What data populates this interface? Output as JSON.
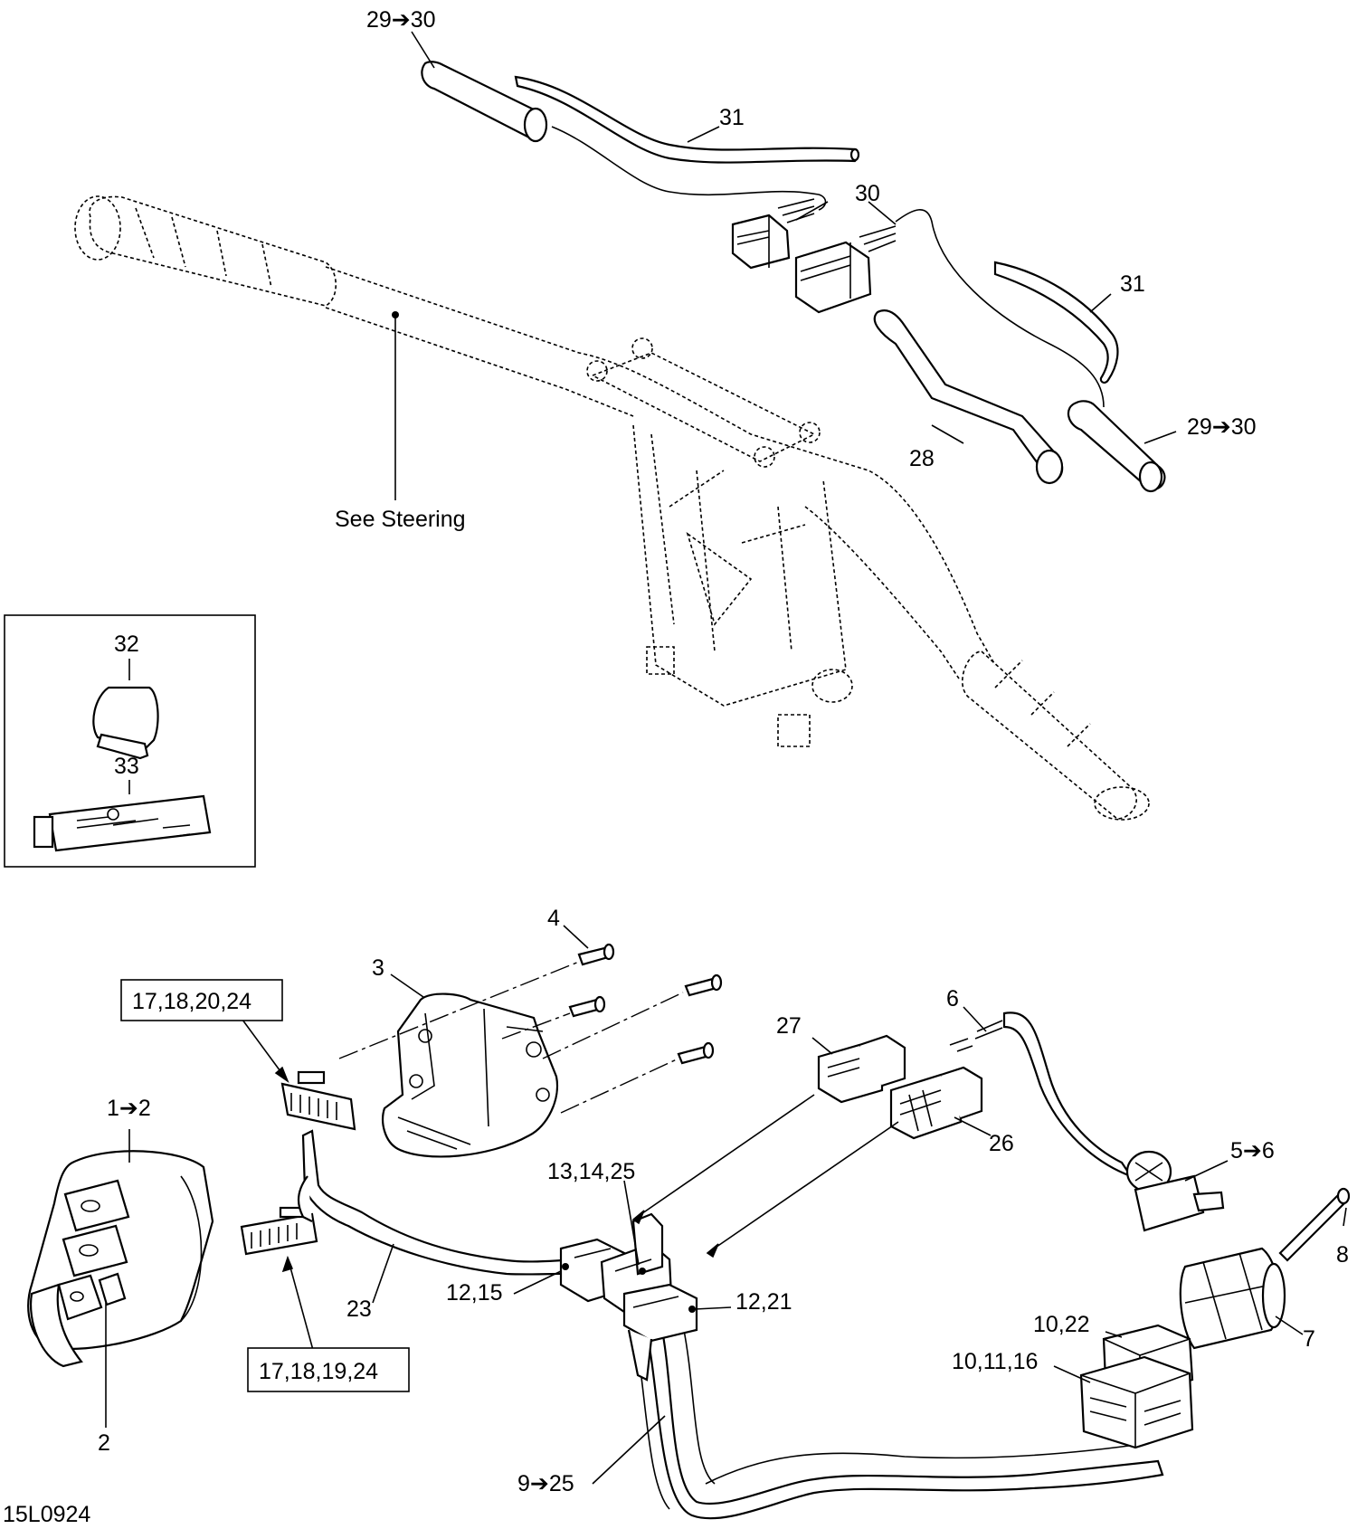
{
  "labels": {
    "l29_30_top": "29➔30",
    "l31_top": "31",
    "l30": "30",
    "l31_right": "31",
    "l29_30_right": "29➔30",
    "l28": "28",
    "see_steering": "See Steering",
    "l32": "32",
    "l33": "33",
    "l4": "4",
    "l3": "3",
    "box_top": "17,18,20,24",
    "l27": "27",
    "l6": "6",
    "l1_2": "1➔2",
    "l26": "26",
    "l13_14_25": "13,14,25",
    "l5_6": "5➔6",
    "l8": "8",
    "l12_15": "12,15",
    "l12_21": "12,21",
    "l23": "23",
    "l7": "7",
    "l10_22": "10,22",
    "l10_11_16": "10,11,16",
    "box_bottom": "17,18,19,24",
    "l2": "2",
    "l9_25": "9➔25",
    "figure_id": "15L0924"
  }
}
